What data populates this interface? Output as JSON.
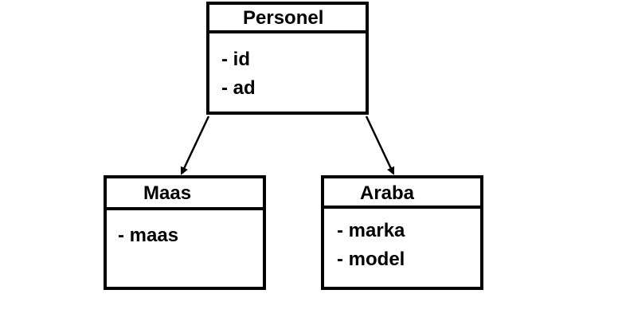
{
  "classes": {
    "personel": {
      "name": "Personel",
      "attributes": [
        "- id",
        "- ad"
      ]
    },
    "maas": {
      "name": "Maas",
      "attributes": [
        "- maas"
      ]
    },
    "araba": {
      "name": "Araba",
      "attributes": [
        "- marka",
        "- model"
      ]
    }
  },
  "relations": [
    {
      "from": "personel",
      "to": "maas"
    },
    {
      "from": "personel",
      "to": "araba"
    }
  ],
  "colors": {
    "line": "#000000",
    "background": "#ffffff"
  }
}
